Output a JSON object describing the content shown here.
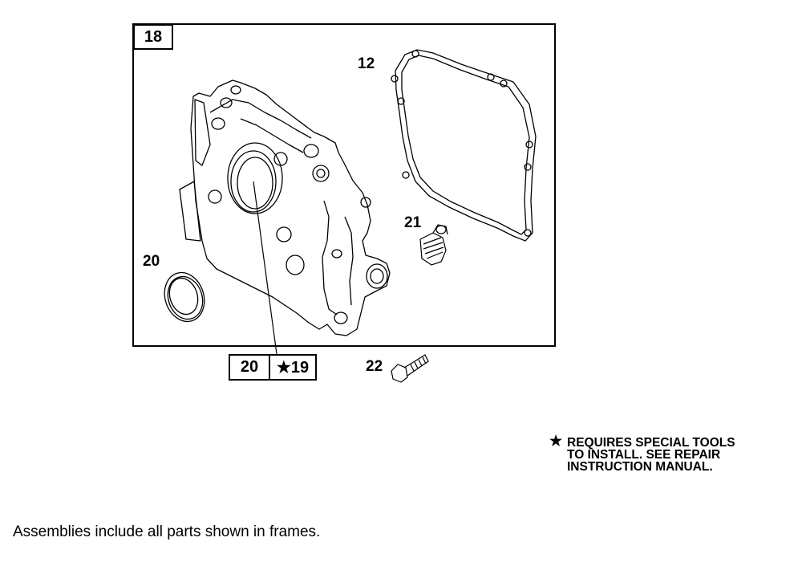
{
  "assembly_frame": {
    "label": "18"
  },
  "parts": {
    "gasket": "12",
    "seal_left": "20",
    "bolt_fitting": "21",
    "screw": "22"
  },
  "sub_frame": {
    "left_label": "20",
    "right_label": "★19"
  },
  "note": {
    "star": "★",
    "lines": [
      "REQUIRES SPECIAL TOOLS",
      "TO INSTALL.  SEE REPAIR",
      "INSTRUCTION MANUAL."
    ]
  },
  "footer": "Assemblies include all parts shown in frames."
}
